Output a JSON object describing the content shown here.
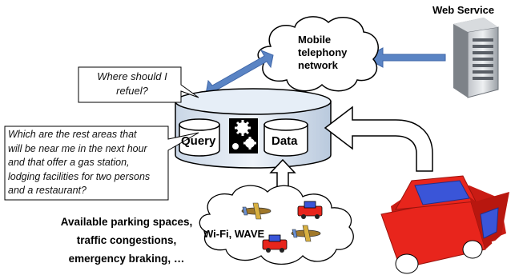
{
  "web_service": {
    "label": "Web Service"
  },
  "network": {
    "lines": [
      "Mobile",
      "telephony",
      "network"
    ]
  },
  "callout_refuel": {
    "lines": [
      "Where should I",
      "refuel?"
    ]
  },
  "callout_rest": {
    "lines": [
      "Which are the rest areas that",
      "will be near me in the next hour",
      "and that offer a gas station,",
      "lodging facilities for two persons",
      "and a restaurant?"
    ]
  },
  "query": {
    "label": "Query"
  },
  "data_store": {
    "label": "Data"
  },
  "vanet": {
    "label": "Wi-Fi, WAVE"
  },
  "events": {
    "lines": [
      "Available parking spaces,",
      "traffic congestions,",
      "emergency braking, …"
    ]
  },
  "colors": {
    "arrow_blue": "#5a84c4",
    "car_red": "#e8251c",
    "car_blue": "#3a55d8",
    "db_blue": "#dce6f2"
  },
  "icons": {
    "server": "server-icon",
    "gears": "gears-icon",
    "car": "car-icon"
  }
}
